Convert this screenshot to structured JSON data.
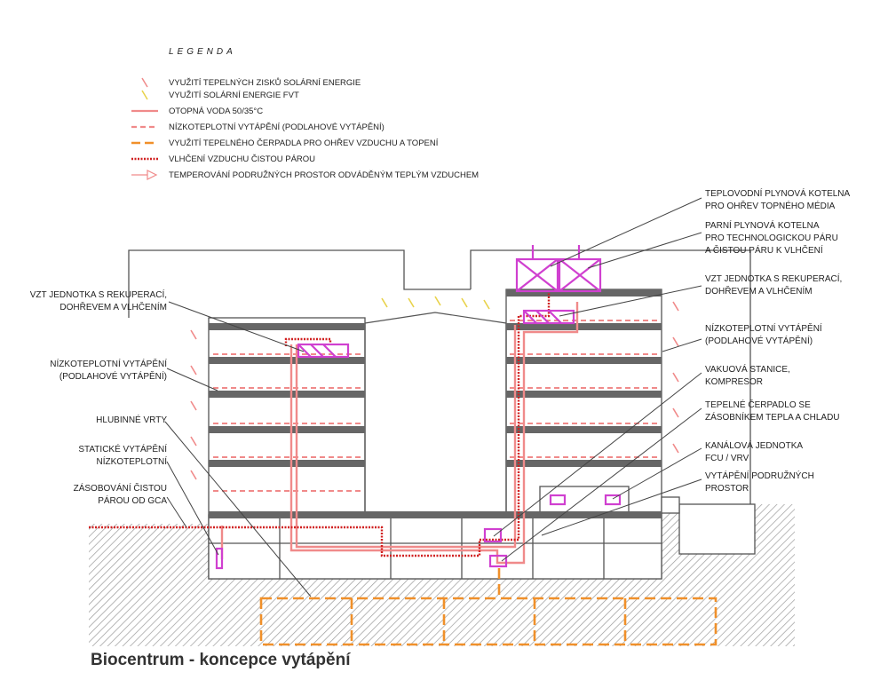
{
  "legend": {
    "title": "LEGENDA",
    "items": [
      {
        "label": "VYUŽITÍ TEPELNÝCH ZISKŮ SOLÁRNÍ ENERGIE",
        "icon": "solar-thermal-arrow-icon",
        "color": "#f08a8a"
      },
      {
        "label": "VYUŽITÍ SOLÁRNÍ ENERGIE FVT",
        "icon": "solar-pv-arrow-icon",
        "color": "#e8d24a"
      },
      {
        "label": "OTOPNÁ VODA 50/35°C",
        "icon": "solid-line-icon",
        "color": "#f08a8a"
      },
      {
        "label": "NÍZKOTEPLOTNÍ VYTÁPĚNÍ (PODLAHOVÉ VYTÁPĚNÍ)",
        "icon": "dashed-line-icon",
        "color": "#f08a8a"
      },
      {
        "label": "VYUŽITÍ TEPELNÉHO ČERPADLA PRO OHŘEV VZDUCHU A TOPENÍ",
        "icon": "dashed-line-icon",
        "color": "#f0902a"
      },
      {
        "label": "VLHČENÍ VZDUCHU ČISTOU PÁROU",
        "icon": "dotted-line-icon",
        "color": "#d02020"
      },
      {
        "label": "TEMPEROVÁNÍ PODRUŽNÝCH PROSTOR ODVÁDĚNÝM TEPLÝM VZDUCHEM",
        "icon": "outline-arrow-icon",
        "color": "#f08a8a"
      }
    ]
  },
  "labels_left": [
    {
      "lines": [
        "VZT JEDNOTKA S REKUPERACÍ,",
        "DOHŘEVEM A VLHČENÍM"
      ]
    },
    {
      "lines": [
        "NÍZKOTEPLOTNÍ VYTÁPĚNÍ",
        "(PODLAHOVÉ VYTÁPĚNÍ)"
      ]
    },
    {
      "lines": [
        "HLUBINNÉ VRTY"
      ]
    },
    {
      "lines": [
        "STATICKÉ VYTÁPĚNÍ",
        "NÍZKOTEPLOTNÍ"
      ]
    },
    {
      "lines": [
        "ZÁSOBOVÁNÍ ČISTOU",
        "PÁROU OD GCA"
      ]
    }
  ],
  "labels_right": [
    {
      "lines": [
        "TEPLOVODNÍ PLYNOVÁ KOTELNA",
        "PRO OHŘEV TOPNÉHO MÉDIA"
      ]
    },
    {
      "lines": [
        "PARNÍ PLYNOVÁ KOTELNA",
        "PRO TECHNOLOGICKOU PÁRU",
        "A ČISTOU PÁRU K VLHČENÍ"
      ]
    },
    {
      "lines": [
        "VZT JEDNOTKA S REKUPERACÍ,",
        "DOHŘEVEM A VLHČENÍM"
      ]
    },
    {
      "lines": [
        "NÍZKOTEPLOTNÍ VYTÁPĚNÍ",
        "(PODLAHOVÉ VYTÁPĚNÍ)"
      ]
    },
    {
      "lines": [
        "VAKUOVÁ STANICE,",
        "KOMPRESOR"
      ]
    },
    {
      "lines": [
        "TEPELNÉ ČERPADLO SE",
        "ZÁSOBNÍKEM TEPLA A CHLADU"
      ]
    },
    {
      "lines": [
        "KANÁLOVÁ JEDNOTKA",
        "FCU / VRV"
      ]
    },
    {
      "lines": [
        "VYTÁPĚNÍ PODRUŽNÝCH",
        "PROSTOR"
      ]
    }
  ],
  "caption": "Biocentrum - koncepce vytápění",
  "colors": {
    "heating_water": "#f08a8a",
    "heat_pump": "#f0902a",
    "steam": "#d02020",
    "equipment": "#d040d0",
    "structure": "#555555",
    "ground": "#bdbdbd",
    "solar_pv": "#e8d24a"
  }
}
